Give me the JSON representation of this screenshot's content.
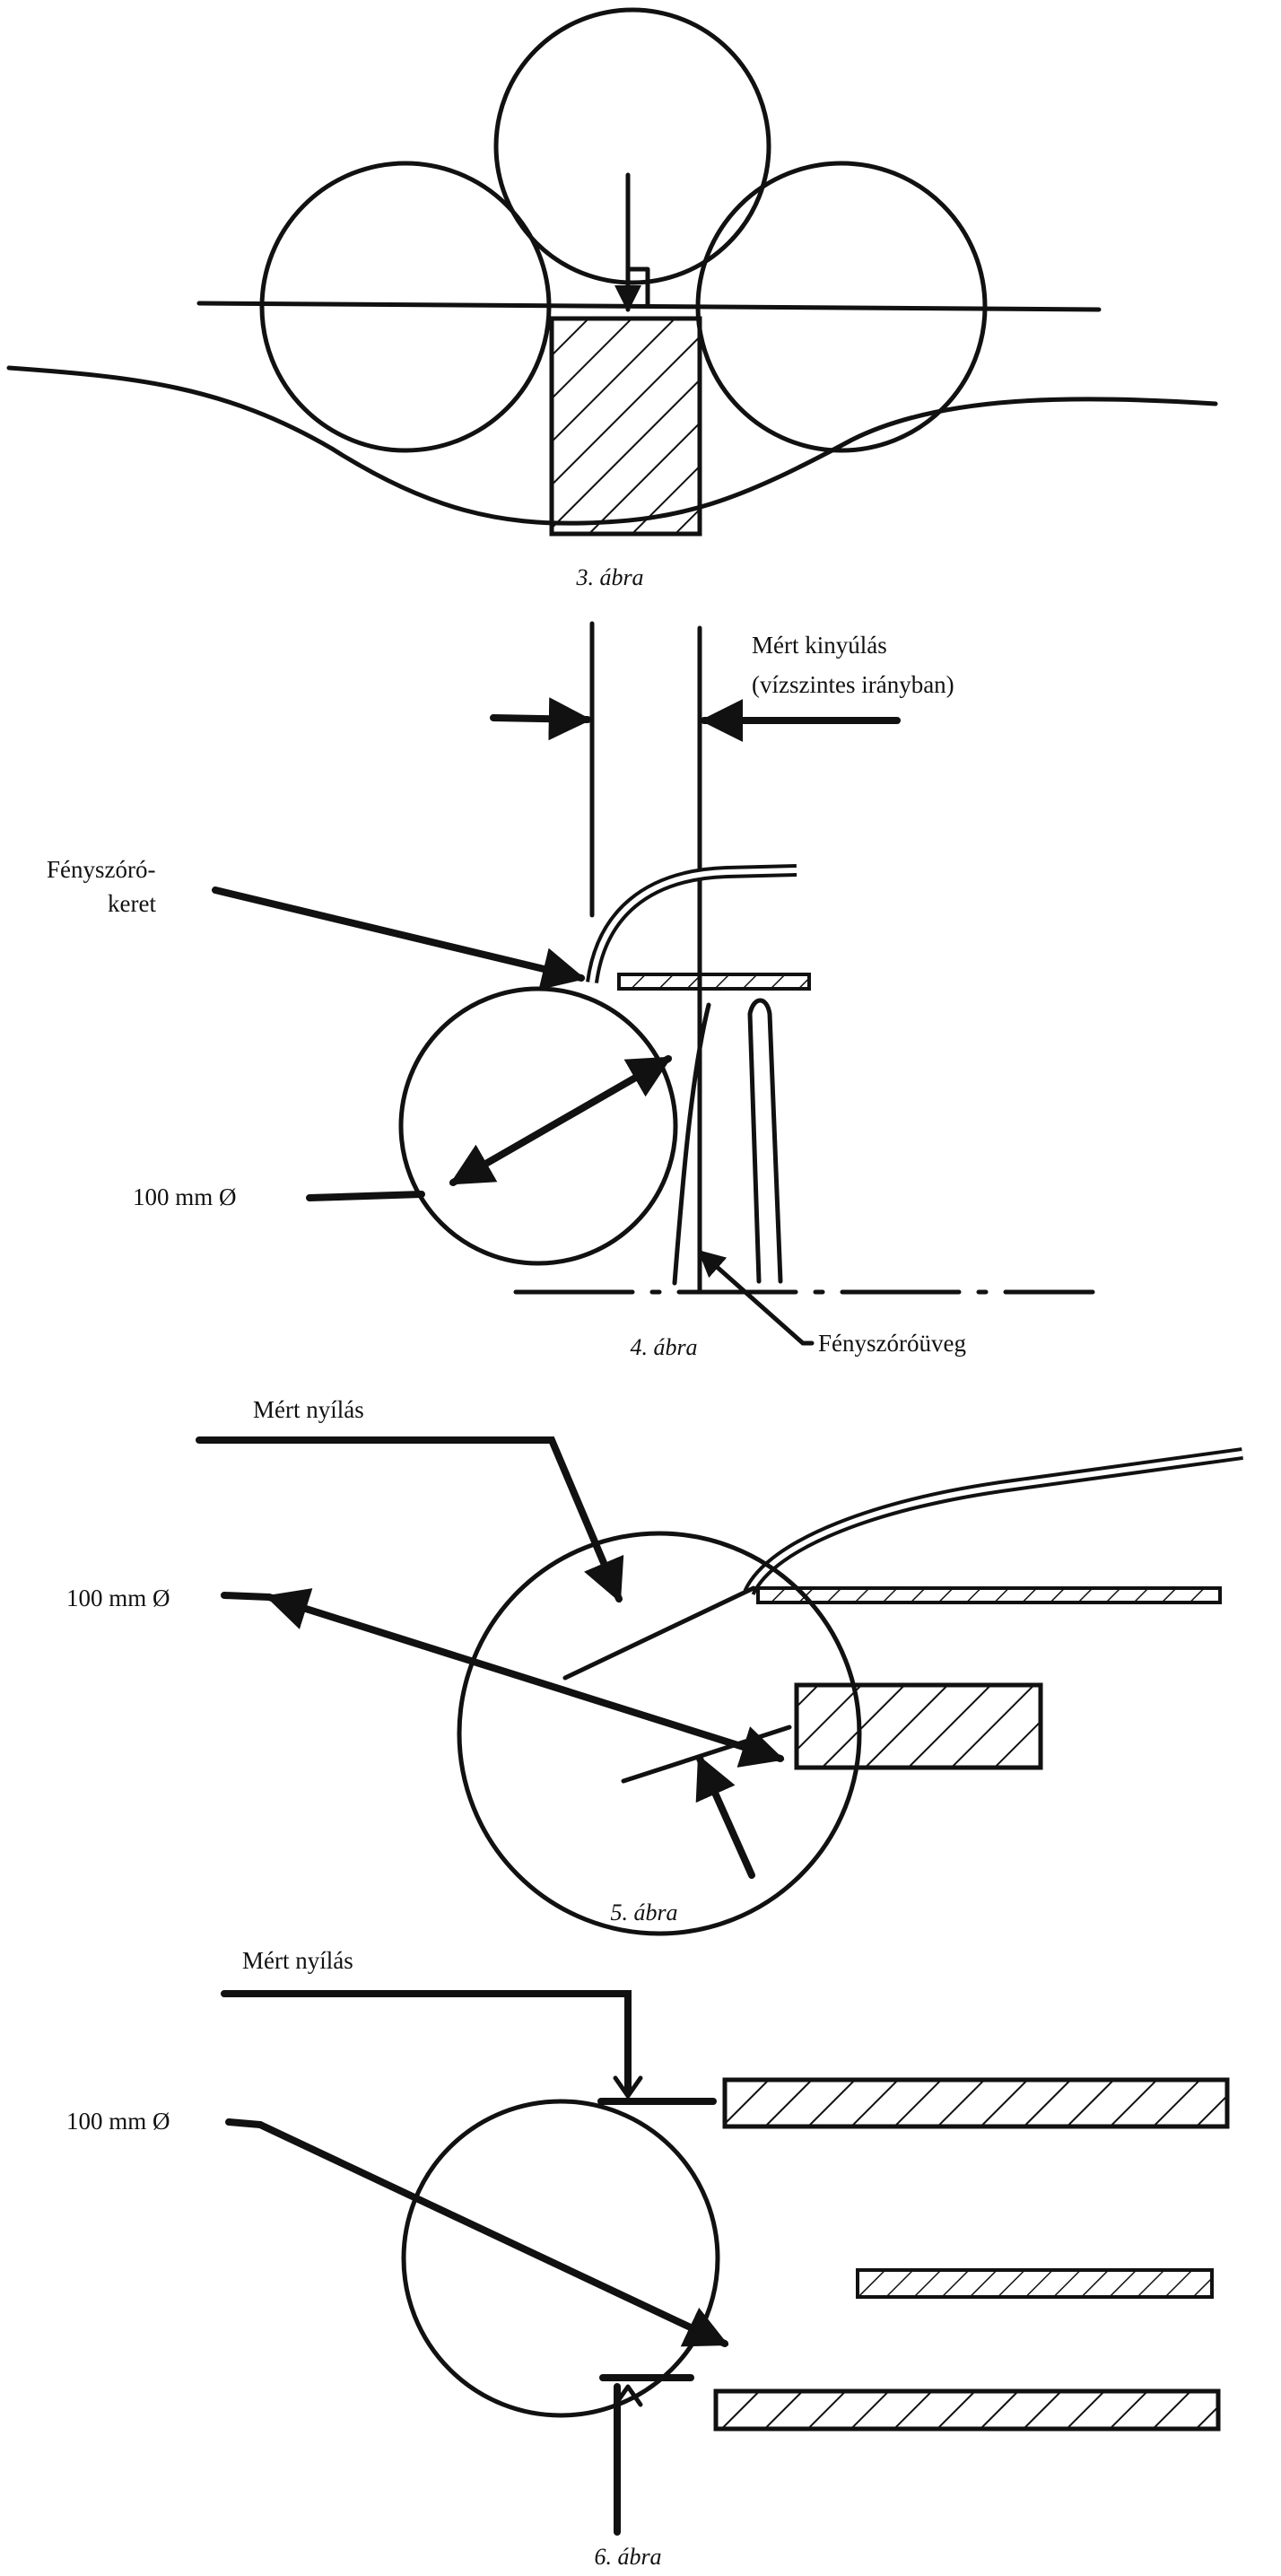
{
  "figures": [
    {
      "caption": "3. ábra"
    },
    {
      "caption": "4. ábra",
      "labels": {
        "measured_line1": "Mért kinyúlás",
        "measured_line2": "(vízszintes irányban)",
        "frame_line1": "Fényszóró-",
        "frame_line2": "keret",
        "diameter": "100 mm Ø",
        "glass": "Fényszóróüveg"
      }
    },
    {
      "caption": "5. ábra",
      "labels": {
        "opening": "Mért nyílás",
        "diameter": "100 mm Ø"
      }
    },
    {
      "caption": "6. ábra",
      "labels": {
        "opening": "Mért nyílás",
        "diameter": "100 mm Ø"
      }
    }
  ],
  "colors": {
    "ink": "#111111",
    "paper": "#ffffff"
  }
}
